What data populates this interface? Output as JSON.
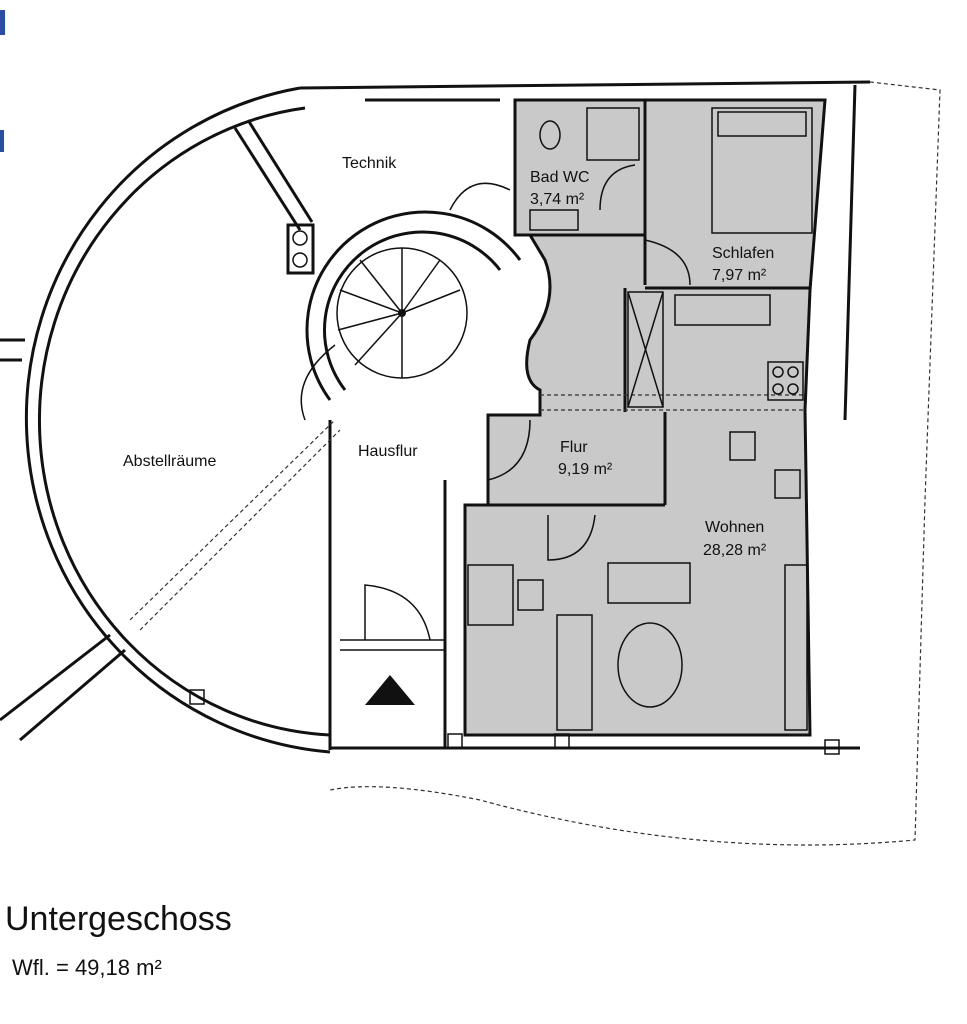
{
  "plan": {
    "title": "Untergeschoss",
    "total_area": "Wfl. = 49,18 m²",
    "rooms": {
      "technik": {
        "name": "Technik"
      },
      "abstell": {
        "name": "Abstellräume"
      },
      "hausflur": {
        "name": "Hausflur"
      },
      "bad": {
        "name": "Bad WC",
        "area": "3,74 m²"
      },
      "schlafen": {
        "name": "Schlafen",
        "area": "7,97 m²"
      },
      "flur": {
        "name": "Flur",
        "area": "9,19 m²"
      },
      "wohnen": {
        "name": "Wohnen",
        "area": "28,28 m²"
      }
    },
    "colors": {
      "fill": "#c9c9c9",
      "line": "#111111",
      "margin_mark": "#2a4fa0"
    }
  }
}
